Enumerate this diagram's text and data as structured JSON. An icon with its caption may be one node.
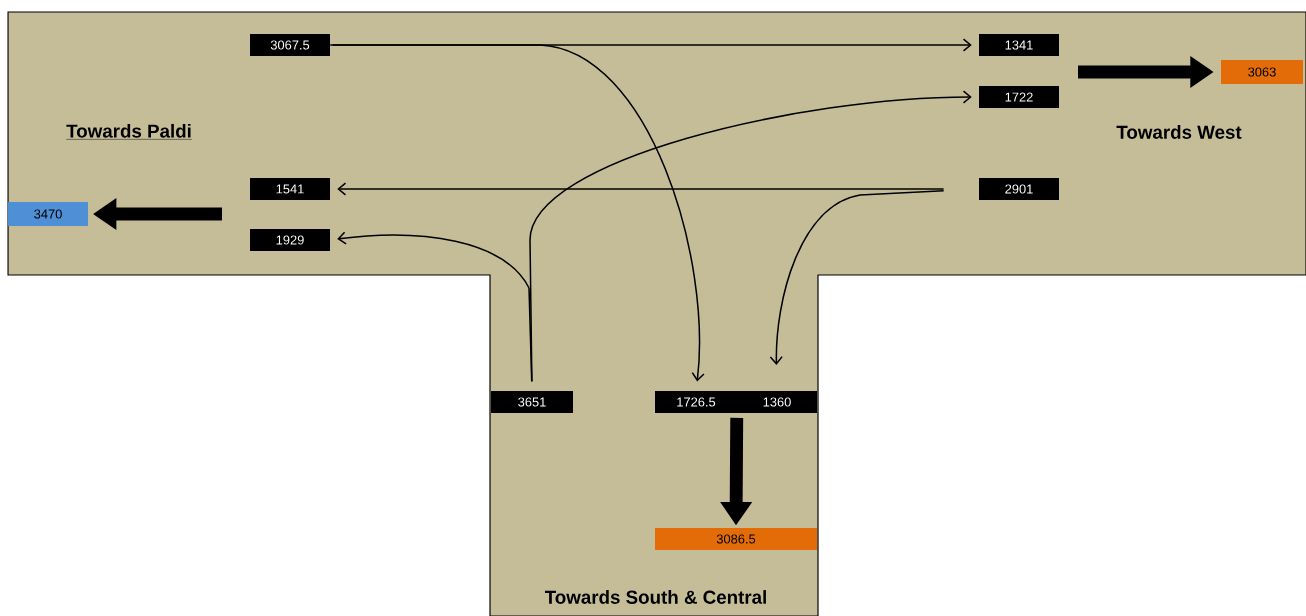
{
  "diagram": {
    "nodes": [
      {
        "text": [
          "3067.5"
        ]
      },
      {
        "text": [
          "1341"
        ]
      },
      {
        "text": [
          "1722"
        ]
      },
      {
        "text": [
          "3063"
        ]
      },
      {
        "text": [
          "1541"
        ]
      },
      {
        "text": [
          "1929"
        ]
      },
      {
        "text": [
          "3470"
        ]
      },
      {
        "text": [
          "2901"
        ]
      },
      {
        "text": [
          "3651"
        ]
      },
      {
        "text": [
          "1726.5"
        ]
      },
      {
        "text": [
          "1360"
        ]
      },
      {
        "text": [
          "3086.5"
        ]
      }
    ],
    "edges": [
      {
        "from": 0,
        "to": 1,
        "arrow": "to"
      },
      {
        "from": 0,
        "to": 9,
        "arrow": "to"
      },
      {
        "from": 7,
        "to": 4,
        "arrow": "to"
      },
      {
        "from": 7,
        "to": 10,
        "arrow": "to"
      },
      {
        "from": 8,
        "to": 2,
        "arrow": "to"
      },
      {
        "from": 8,
        "to": 5,
        "arrow": "to"
      },
      {
        "from": null,
        "to": 3,
        "arrow": "to",
        "style": "thick"
      },
      {
        "from": null,
        "to": 6,
        "arrow": "to",
        "style": "thick"
      },
      {
        "from": 10,
        "to": 11,
        "arrow": "to",
        "style": "thick"
      }
    ],
    "labels": [
      "Towards Paldi",
      "Towards West",
      "Towards South & Central"
    ]
  }
}
